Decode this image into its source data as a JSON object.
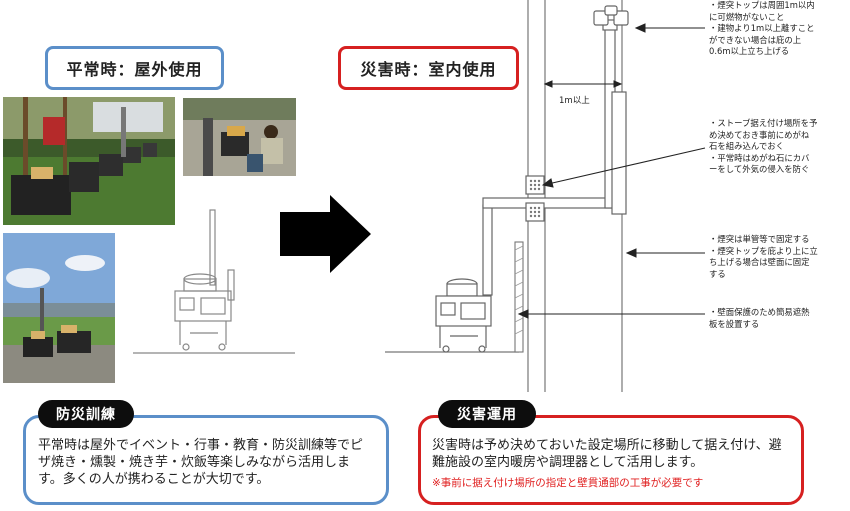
{
  "left_title": "平常時：屋外使用",
  "right_title": "災害時：室内使用",
  "dimension_label": "1m以上",
  "notes": [
    "・煙突トップは周囲1m以内\nに可燃物がないこと\n・建物より1m以上離すこと\nができない場合は庇の上\n0.6m以上立ち上げる",
    "・ストーブ据え付け場所を予\nめ決めておき事前にめがね\n石を組み込んでおく\n・平常時はめがね石にカバ\nーをして外気の侵入を防ぐ",
    "・煙突は単管等で固定する\n・煙突トップを庇より上に立\nち上げる場合は壁面に固定\nする",
    "・壁面保護のため簡易遮熱\n板を設置する"
  ],
  "left_panel": {
    "badge": "防災訓練",
    "text": "平常時は屋外でイベント・行事・教育・防災訓練等でピザ焼き・燻製・焼き芋・炊飯等楽しみながら活用します。多くの人が携わることが大切です。"
  },
  "right_panel": {
    "badge": "災害運用",
    "text": "災害時は予め決めておいた設定場所に移動して据え付け、避難施設の室内暖房や調理器として活用します。",
    "warning": "※事前に据え付け場所の指定と壁貫通部の工事が必要です"
  },
  "colors": {
    "blue_border": "#5b8fc9",
    "red_border": "#d62020",
    "warning_text": "#e02020",
    "badge_bg": "#0d0d0d"
  }
}
